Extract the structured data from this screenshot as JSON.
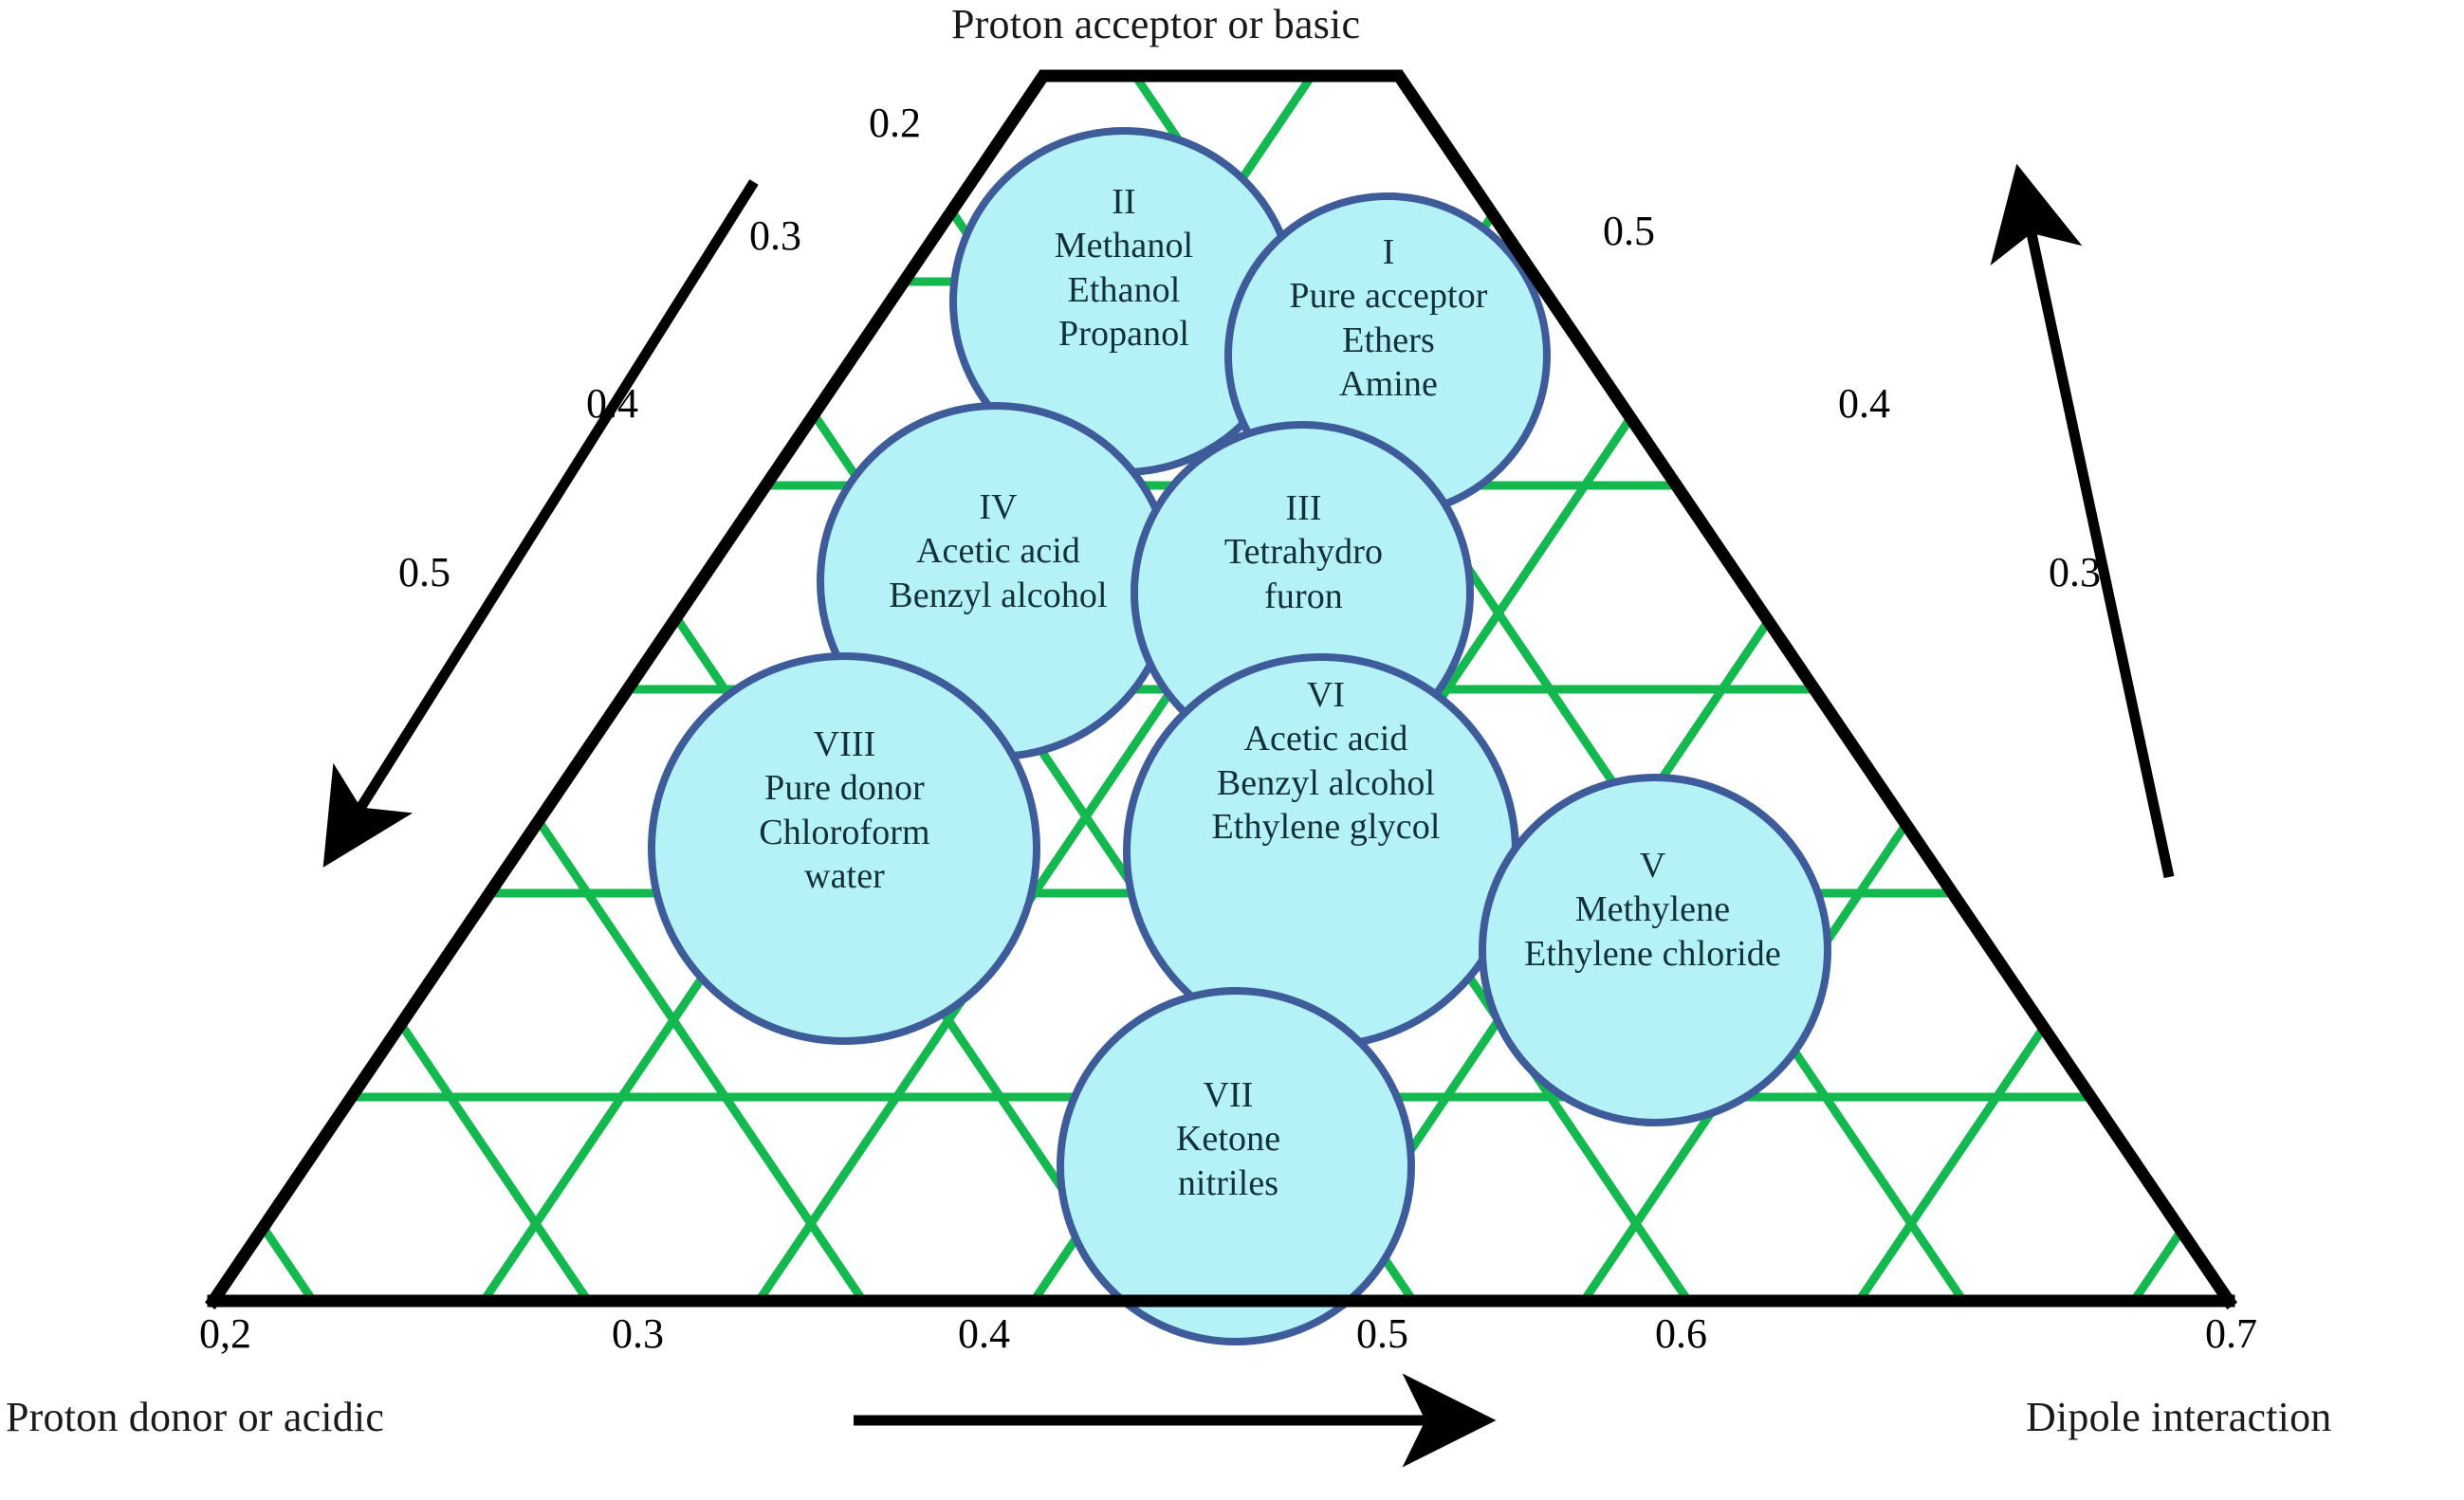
{
  "chart_data": {
    "type": "ternary",
    "title": "",
    "axes": {
      "top": {
        "label": "Proton acceptor or basic"
      },
      "left": {
        "label": "Proton donor or acidic"
      },
      "right": {
        "label": "Dipole interaction"
      }
    },
    "tick_labels": {
      "bottom": [
        "0,2",
        "0.3",
        "0.4",
        "0.5",
        "0.6",
        "0.7"
      ],
      "left_side": [
        "0.2",
        "0.3",
        "0.4",
        "0.5"
      ],
      "right_side": [
        "0.5",
        "0.4",
        "0.3"
      ]
    },
    "grid": true,
    "grid_color": "#13b94f",
    "frame_color": "#000000",
    "bubble_fill": "#b5f2f7",
    "bubble_stroke": "#3d5c99",
    "groups": [
      {
        "roman": "I",
        "lines": [
          "Pure acceptor",
          "Ethers",
          "Amine"
        ]
      },
      {
        "roman": "II",
        "lines": [
          "Methanol",
          "Ethanol",
          "Propanol"
        ]
      },
      {
        "roman": "III",
        "lines": [
          "Tetrahydro",
          "furon"
        ]
      },
      {
        "roman": "IV",
        "lines": [
          "Acetic acid",
          "Benzyl alcohol"
        ]
      },
      {
        "roman": "V",
        "lines": [
          "Methylene",
          "Ethylene chloride"
        ]
      },
      {
        "roman": "VI",
        "lines": [
          "Acetic acid",
          "Benzyl alcohol",
          "Ethylene glycol"
        ]
      },
      {
        "roman": "VII",
        "lines": [
          "Ketone",
          "nitriles"
        ]
      },
      {
        "roman": "VIII",
        "lines": [
          "Pure donor",
          "Chloroform",
          "water"
        ]
      }
    ]
  },
  "axis_titles": {
    "top": "Proton acceptor or basic",
    "left": "Proton donor or acidic",
    "right": "Dipole interaction"
  },
  "ticks": {
    "bottom": {
      "t1": "0,2",
      "t2": "0.3",
      "t3": "0.4",
      "t4": "0.5",
      "t5": "0.6",
      "t6": "0.7"
    },
    "left": {
      "t1": "0.2",
      "t2": "0.3",
      "t3": "0.4",
      "t4": "0.5"
    },
    "right": {
      "t1": "0.5",
      "t2": "0.4",
      "t3": "0.3"
    }
  },
  "bubbles": {
    "g1": {
      "roman": "I",
      "l1": "Pure acceptor",
      "l2": "Ethers",
      "l3": "Amine"
    },
    "g2": {
      "roman": "II",
      "l1": "Methanol",
      "l2": "Ethanol",
      "l3": "Propanol"
    },
    "g3": {
      "roman": "III",
      "l1": "Tetrahydro",
      "l2": "furon",
      "l3": ""
    },
    "g4": {
      "roman": "IV",
      "l1": "Acetic acid",
      "l2": "Benzyl alcohol",
      "l3": ""
    },
    "g5": {
      "roman": "V",
      "l1": "Methylene",
      "l2": "Ethylene chloride",
      "l3": ""
    },
    "g6": {
      "roman": "VI",
      "l1": "Acetic acid",
      "l2": "Benzyl alcohol",
      "l3": "Ethylene glycol"
    },
    "g7": {
      "roman": "VII",
      "l1": "Ketone",
      "l2": "nitriles",
      "l3": ""
    },
    "g8": {
      "roman": "VIII",
      "l1": "Pure donor",
      "l2": "Chloroform",
      "l3": "water"
    }
  }
}
